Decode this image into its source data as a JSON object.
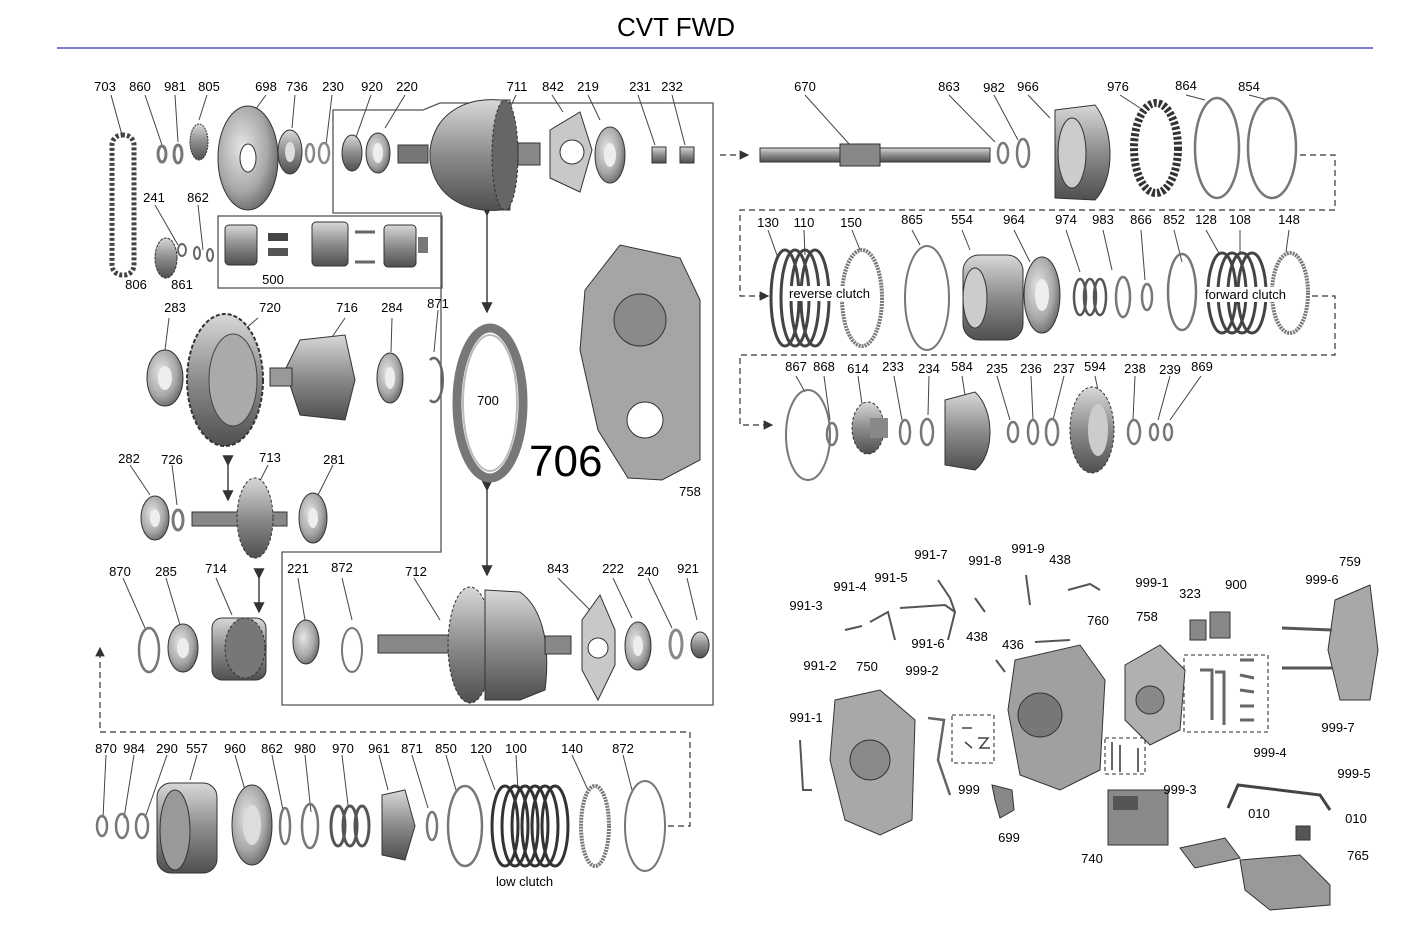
{
  "title": "CVT FWD",
  "big_label": "706",
  "text_labels": {
    "reverse_clutch": "reverse clutch",
    "forward_clutch": "forward clutch",
    "low_clutch": "low clutch"
  },
  "part_numbers": [
    "703",
    "860",
    "981",
    "805",
    "698",
    "736",
    "230",
    "920",
    "220",
    "711",
    "842",
    "219",
    "231",
    "232",
    "241",
    "862",
    "806",
    "861",
    "500",
    "283",
    "720",
    "716",
    "284",
    "871",
    "700",
    "758",
    "282",
    "726",
    "713",
    "281",
    "870",
    "285",
    "714",
    "221",
    "872",
    "712",
    "843",
    "222",
    "240",
    "921",
    "870",
    "984",
    "290",
    "557",
    "960",
    "862",
    "980",
    "970",
    "961",
    "871",
    "850",
    "120",
    "100",
    "140",
    "872",
    "670",
    "863",
    "982",
    "966",
    "976",
    "864",
    "854",
    "130",
    "110",
    "150",
    "865",
    "554",
    "964",
    "974",
    "983",
    "866",
    "852",
    "128",
    "108",
    "148",
    "867",
    "868",
    "614",
    "233",
    "234",
    "584",
    "235",
    "236",
    "237",
    "594",
    "238",
    "239",
    "869",
    "991-7",
    "991-8",
    "991-9",
    "438",
    "999-1",
    "991-4",
    "991-5",
    "991-3",
    "991-6",
    "438",
    "436",
    "760",
    "323",
    "900",
    "999-6",
    "759",
    "991-2",
    "750",
    "999-2",
    "758",
    "991-1",
    "999",
    "999-4",
    "999-7",
    "999-3",
    "699",
    "740",
    "999-5",
    "010",
    "010",
    "765"
  ],
  "colors": {
    "title_rule": "#7b7bd6",
    "part_metal": "#9a9a9a",
    "part_dark": "#4a4a4a",
    "box_line": "#555555"
  }
}
